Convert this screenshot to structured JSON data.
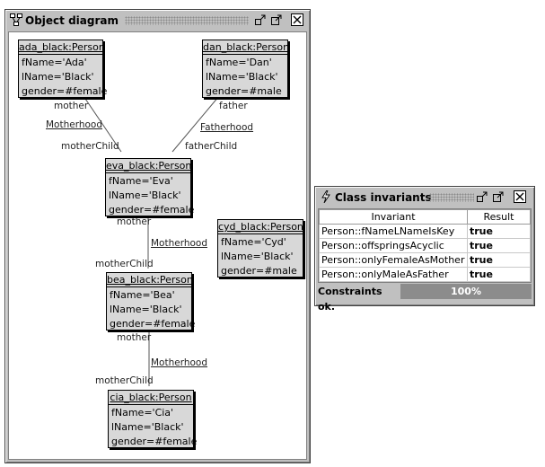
{
  "object_diagram": {
    "title": "Object diagram",
    "objects": [
      {
        "id": "ada",
        "name": "ada_black:Person",
        "attrs": [
          "fName='Ada'",
          "lName='Black'",
          "gender=#female"
        ]
      },
      {
        "id": "dan",
        "name": "dan_black:Person",
        "attrs": [
          "fName='Dan'",
          "lName='Black'",
          "gender=#male"
        ]
      },
      {
        "id": "eva",
        "name": "eva_black:Person",
        "attrs": [
          "fName='Eva'",
          "lName='Black'",
          "gender=#female"
        ]
      },
      {
        "id": "cyd",
        "name": "cyd_black:Person",
        "attrs": [
          "fName='Cyd'",
          "lName='Black'",
          "gender=#male"
        ]
      },
      {
        "id": "bea",
        "name": "bea_black:Person",
        "attrs": [
          "fName='Bea'",
          "lName='Black'",
          "gender=#female"
        ]
      },
      {
        "id": "cia",
        "name": "cia_black:Person",
        "attrs": [
          "fName='Cia'",
          "lName='Black'",
          "gender=#female"
        ]
      }
    ],
    "links": {
      "ada_eva": {
        "role_top": "mother",
        "assoc": "Motherhood",
        "role_bottom": "motherChild"
      },
      "dan_eva": {
        "role_top": "father",
        "assoc": "Fatherhood",
        "role_bottom": "fatherChild"
      },
      "eva_bea": {
        "role_top": "mother",
        "assoc": "Motherhood",
        "role_bottom": "motherChild"
      },
      "bea_cia": {
        "role_top": "mother",
        "assoc": "Motherhood",
        "role_bottom": "motherChild"
      }
    }
  },
  "class_invariants": {
    "title": "Class invariants",
    "columns": [
      "Invariant",
      "Result"
    ],
    "rows": [
      {
        "invariant": "Person::fNameLNameIsKey",
        "result": "true"
      },
      {
        "invariant": "Person::offspringsAcyclic",
        "result": "true"
      },
      {
        "invariant": "Person::onlyFemaleAsMother",
        "result": "true"
      },
      {
        "invariant": "Person::onlyMaleAsFather",
        "result": "true"
      }
    ],
    "status_text": "Constraints ok.",
    "progress_label": "100%",
    "progress_fraction": 1.0
  },
  "icons": {
    "diagram_window": "diagram-icon",
    "invariants_window": "lightning-icon",
    "window_buttons": [
      "restore-icon",
      "maximize-icon",
      "close-icon"
    ]
  }
}
